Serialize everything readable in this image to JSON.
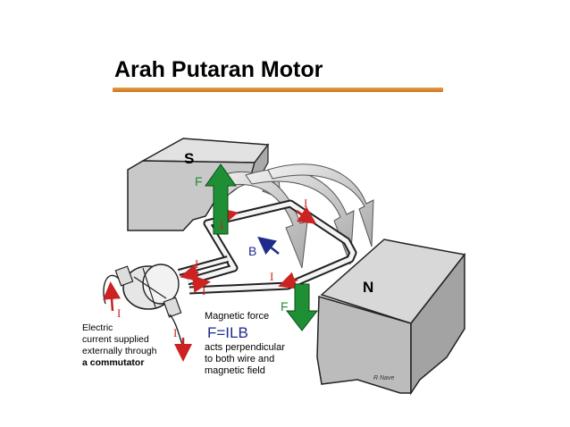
{
  "slide": {
    "title": "Arah Putaran Motor"
  },
  "diagram": {
    "pole_south": "S",
    "pole_north": "N",
    "force_top": "F",
    "force_bottom": "F",
    "field": "B",
    "current_symbol": "I",
    "caption_left": [
      "Electric",
      "current supplied",
      "externally through",
      "a commutator"
    ],
    "caption_right_heading": "Magnetic force",
    "formula": "F=ILB",
    "caption_right": [
      "acts perpendicular",
      "to both wire and",
      "magnetic field"
    ],
    "credit": "R Nave",
    "colors": {
      "accent_rule": "#d98a2f",
      "magnet": "#c9c9c9",
      "force_arrow": "#1f8f35",
      "current": "#cc2222",
      "field_arrow": "#1f2b8c"
    }
  }
}
